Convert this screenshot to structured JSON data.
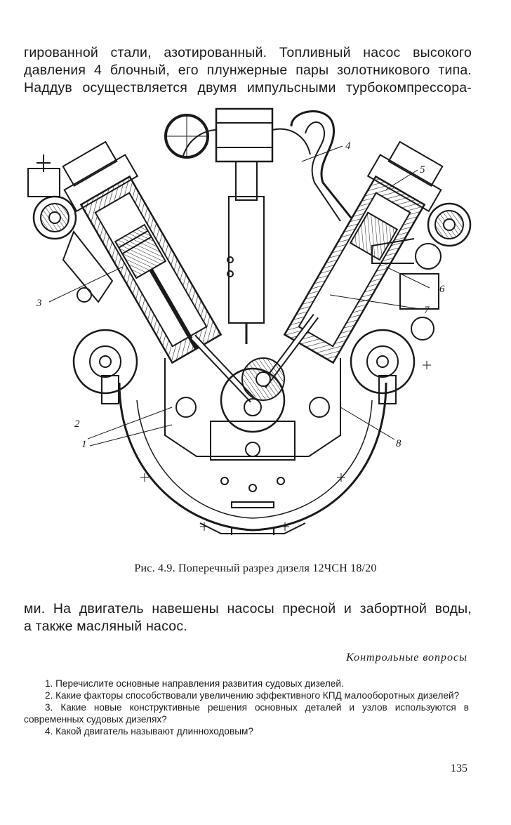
{
  "text_top": {
    "lines": [
      "гированной стали, азотированный. Топливный насос высокого",
      "давления 4 блочный, его плунжерные пары золотникового типа.",
      "Наддув осуществляется двумя импульсными турбокомпрессора-"
    ]
  },
  "figure": {
    "callouts": [
      "1",
      "2",
      "3",
      "4",
      "5",
      "6",
      "7",
      "8"
    ],
    "caption": "Рис. 4.9. Поперечный разрез дизеля 12ЧСН 18/20"
  },
  "text_bottom": {
    "lines": [
      "ми. На двигатель навешены насосы пресной и забортной воды,",
      "а также масляный насос."
    ]
  },
  "section": {
    "title": "Контрольные вопросы"
  },
  "questions": [
    "1. Перечислите основные направления развития судовых дизелей.",
    "2. Какие факторы способствовали увеличению эффективного КПД малооборотных дизелей?",
    "3. Какие новые конструктивные решения основных деталей и узлов используются в современных судовых дизелях?",
    "4. Какой двигатель называют длинноходовым?"
  ],
  "page_number": "135"
}
